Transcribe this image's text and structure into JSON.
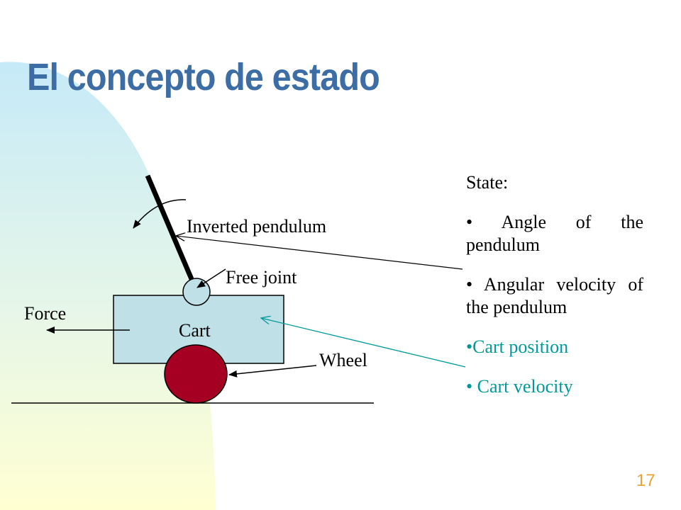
{
  "slide": {
    "title": "El concepto de estado",
    "page_number": "17"
  },
  "diagram": {
    "labels": {
      "inverted_pendulum": "Inverted pendulum",
      "free_joint": "Free joint",
      "force": "Force",
      "cart": "Cart",
      "wheel": "Wheel"
    }
  },
  "state_panel": {
    "heading": "State:",
    "items": [
      {
        "text": "• Angle of the pendulum"
      },
      {
        "text": "• Angular velocity of the pendulum"
      },
      {
        "text": "•Cart position"
      },
      {
        "text": "• Cart velocity"
      }
    ]
  },
  "colors": {
    "title": "#3C6EA5",
    "cart_fill": "#BFE0E6",
    "wheel_fill": "#A50021",
    "teal": "#009999",
    "page_number": "#E7A23A",
    "bg_top": "#C6EAF8",
    "bg_bottom": "#FFFFD2"
  }
}
